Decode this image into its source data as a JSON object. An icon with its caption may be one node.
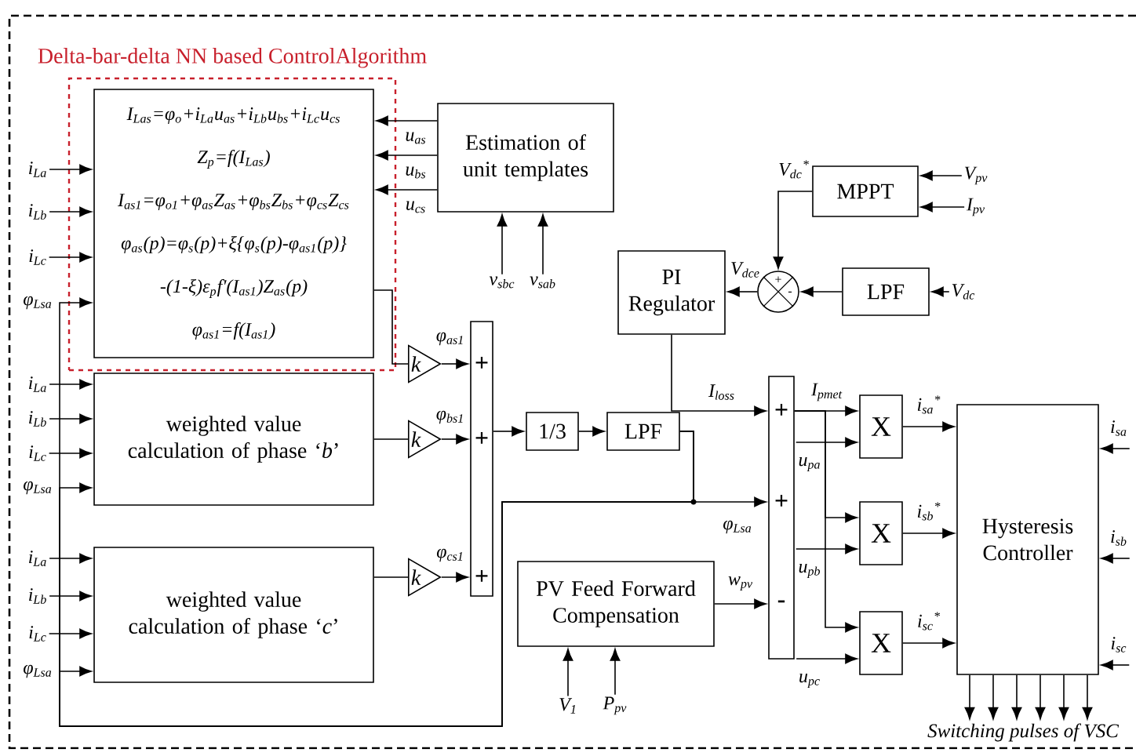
{
  "diagram": {
    "nodes": [
      {
        "text": [
          "Delta-bar-delta NN based ControlAlgorithm"
        ]
      },
      {
        "text": [
          "I$_{Las}$=φ$_{o}$+i$_{La}$u$_{as}$+i$_{Lb}$u$_{bs}$+i$_{Lc}$u$_{cs}$",
          "Z$_{p}$=f(I$_{Las}$)",
          "I$_{as1}$=φ$_{o1}$+φ$_{as}$Z$_{as}$+φ$_{bs}$Z$_{bs}$+φ$_{cs}$Z$_{cs}$",
          "φ$_{as}$(p)=φ$_{s}$(p)+ξ{φ$_{s}$(p)-φ$_{as1}$(p)}",
          "-(1-ξ)ε$_{p}$f'(I$_{as1}$)Z$_{as}$(p)",
          "φ$_{as1}$=f(I$_{as1}$)"
        ],
        "in": 0
      },
      {
        "text": [
          "Estimation of unit templates"
        ]
      },
      {
        "text": [
          "weighted value calculation of phase ‘*b*’"
        ]
      },
      {
        "text": [
          "weighted value calculation of phase ‘*c*’"
        ]
      },
      {
        "text": [
          "k"
        ]
      },
      {
        "text": [
          "k"
        ]
      },
      {
        "text": [
          "k"
        ]
      },
      {
        "text": [
          "+",
          "+",
          "+"
        ]
      },
      {
        "text": [
          "1/3"
        ]
      },
      {
        "text": [
          "LPF"
        ]
      },
      {
        "text": [
          "PI Regulator"
        ]
      },
      {
        "text": [
          "+",
          "-"
        ]
      },
      {
        "text": [
          "MPPT"
        ]
      },
      {
        "text": [
          "LPF"
        ]
      },
      {
        "text": [
          "PV Feed Forward Compensation"
        ]
      },
      {
        "text": [
          "+",
          "+",
          "-"
        ]
      },
      {
        "text": [
          "X"
        ]
      },
      {
        "text": [
          "X"
        ]
      },
      {
        "text": [
          "X"
        ]
      },
      {
        "text": [
          "Hysteresis Controller"
        ]
      },
      {
        "text": [
          "Switching pulses of VSC"
        ]
      },
      {
        "text": [
          "i$_{La}$"
        ]
      },
      {
        "text": [
          "i$_{Lb}$"
        ]
      },
      {
        "text": [
          "i$_{Lc}$"
        ]
      },
      {
        "text": [
          "i$_{La}$"
        ]
      },
      {
        "text": [
          "i$_{Lb}$"
        ]
      },
      {
        "text": [
          "i$_{Lc}$"
        ]
      },
      {
        "text": [
          "i$_{La}$"
        ]
      },
      {
        "text": [
          "i$_{Lb}$"
        ]
      },
      {
        "text": [
          "i$_{Lc}$"
        ]
      },
      {
        "text": [
          "v$_{sbc}$"
        ]
      },
      {
        "text": [
          "v$_{sab}$"
        ]
      },
      {
        "text": [
          "V$_{pv}$"
        ]
      },
      {
        "text": [
          "I$_{pv}$"
        ]
      },
      {
        "text": [
          "V$_{dc}$"
        ]
      },
      {
        "text": [
          "V$_{1}$"
        ]
      },
      {
        "text": [
          "P$_{pv}$"
        ]
      },
      {
        "text": [
          "u$_{pa}$"
        ]
      },
      {
        "text": [
          "u$_{pb}$"
        ]
      },
      {
        "text": [
          "u$_{pc}$"
        ]
      },
      {
        "text": [
          "i$_{sa}$"
        ]
      },
      {
        "text": [
          "i$_{sb}$"
        ]
      },
      {
        "text": [
          "i$_{sc}$"
        ]
      }
    ],
    "edges": [
      {
        "from": 22,
        "to": 1,
        "arrow": "to"
      },
      {
        "from": 23,
        "to": 1,
        "arrow": "to"
      },
      {
        "from": 24,
        "to": 1,
        "arrow": "to"
      },
      {
        "from": 25,
        "to": 3,
        "arrow": "to"
      },
      {
        "from": 26,
        "to": 3,
        "arrow": "to"
      },
      {
        "from": 27,
        "to": 3,
        "arrow": "to"
      },
      {
        "from": 28,
        "to": 4,
        "arrow": "to"
      },
      {
        "from": 29,
        "to": 4,
        "arrow": "to"
      },
      {
        "from": 30,
        "to": 4,
        "arrow": "to"
      },
      {
        "from": 2,
        "to": 1,
        "arrow": "to",
        "label": "u$_{as}$"
      },
      {
        "from": 2,
        "to": 1,
        "arrow": "to",
        "label": "u$_{bs}$"
      },
      {
        "from": 2,
        "to": 1,
        "arrow": "to",
        "label": "u$_{cs}$"
      },
      {
        "from": 10,
        "to": 1,
        "arrow": "to",
        "label": "φ$_{Lsa}$"
      },
      {
        "from": 10,
        "to": 3,
        "arrow": "to",
        "label": "φ$_{Lsa}$"
      },
      {
        "from": 10,
        "to": 4,
        "arrow": "to",
        "label": "φ$_{Lsa}$"
      },
      {
        "from": 1,
        "to": 5,
        "arrow": "none"
      },
      {
        "from": 3,
        "to": 6,
        "arrow": "none"
      },
      {
        "from": 4,
        "to": 7,
        "arrow": "none"
      },
      {
        "from": 5,
        "to": 8,
        "arrow": "to",
        "label": "φ$_{as1}$"
      },
      {
        "from": 6,
        "to": 8,
        "arrow": "to",
        "label": "φ$_{bs1}$"
      },
      {
        "from": 7,
        "to": 8,
        "arrow": "to",
        "label": "φ$_{cs1}$"
      },
      {
        "from": 8,
        "to": 9,
        "arrow": "to"
      },
      {
        "from": 9,
        "to": 10,
        "arrow": "to"
      },
      {
        "from": 10,
        "to": 16,
        "arrow": "to",
        "label": "φ$_{Lsa}$"
      },
      {
        "from": 31,
        "to": 2,
        "arrow": "to"
      },
      {
        "from": 32,
        "to": 2,
        "arrow": "to"
      },
      {
        "from": 13,
        "to": 12,
        "arrow": "to",
        "label": "V$_{dc}$$^{*}$"
      },
      {
        "from": 33,
        "to": 13,
        "arrow": "to"
      },
      {
        "from": 34,
        "to": 13,
        "arrow": "to"
      },
      {
        "from": 35,
        "to": 14,
        "arrow": "to"
      },
      {
        "from": 14,
        "to": 12,
        "arrow": "to"
      },
      {
        "from": 12,
        "to": 11,
        "arrow": "to",
        "label": "V$_{dce}$"
      },
      {
        "from": 11,
        "to": 16,
        "arrow": "to",
        "label": "I$_{loss}$"
      },
      {
        "from": 15,
        "to": 16,
        "arrow": "to",
        "label": "w$_{pv}$"
      },
      {
        "from": 36,
        "to": 15,
        "arrow": "to"
      },
      {
        "from": 37,
        "to": 15,
        "arrow": "to"
      },
      {
        "from": 16,
        "to": 17,
        "arrow": "to",
        "label": "I$_{pmet}$"
      },
      {
        "from": 16,
        "to": 18,
        "arrow": "to"
      },
      {
        "from": 16,
        "to": 19,
        "arrow": "to"
      },
      {
        "from": 38,
        "to": 17,
        "arrow": "to"
      },
      {
        "from": 39,
        "to": 18,
        "arrow": "to"
      },
      {
        "from": 40,
        "to": 19,
        "arrow": "to"
      },
      {
        "from": 17,
        "to": 20,
        "arrow": "to",
        "label": "i$_{sa}$$^{*}$"
      },
      {
        "from": 18,
        "to": 20,
        "arrow": "to",
        "label": "i$_{sb}$$^{*}$"
      },
      {
        "from": 19,
        "to": 20,
        "arrow": "to",
        "label": "i$_{sc}$$^{*}$"
      },
      {
        "from": 41,
        "to": 20,
        "arrow": "to"
      },
      {
        "from": 42,
        "to": 20,
        "arrow": "to"
      },
      {
        "from": 43,
        "to": 20,
        "arrow": "to"
      },
      {
        "from": 20,
        "to": 21,
        "arrow": "to"
      },
      {
        "from": 20,
        "to": 21,
        "arrow": "to"
      },
      {
        "from": 20,
        "to": 21,
        "arrow": "to"
      },
      {
        "from": 20,
        "to": 21,
        "arrow": "to"
      },
      {
        "from": 20,
        "to": 21,
        "arrow": "to"
      },
      {
        "from": 20,
        "to": 21,
        "arrow": "to"
      }
    ]
  }
}
